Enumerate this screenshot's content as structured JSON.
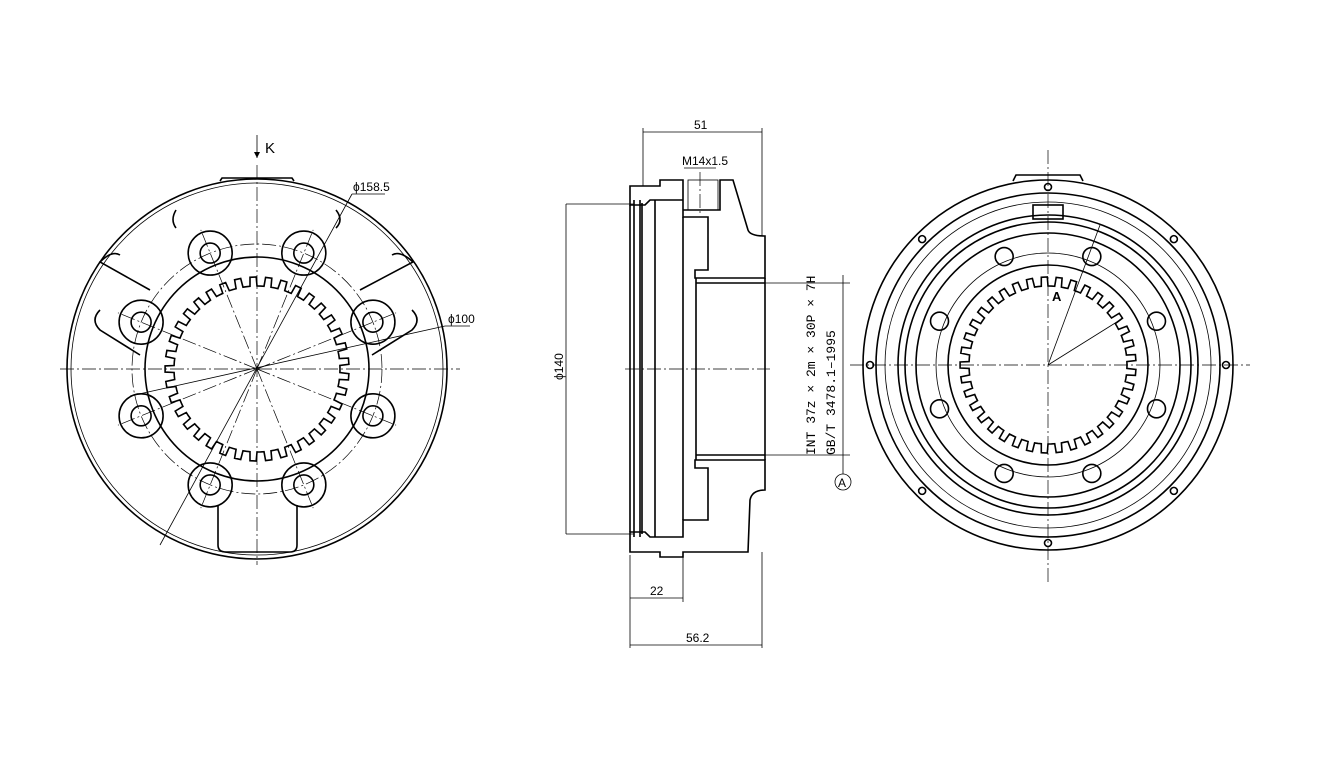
{
  "front_view": {
    "view_arrow_label": "K",
    "dim_outer": "ϕ158.5",
    "dim_bolt_circle": "ϕ100",
    "bolt_holes": 8,
    "spline_teeth": 37
  },
  "section_view": {
    "dim_width_top": "51",
    "dim_thread": "M14x1.5",
    "dim_diameter": "ϕ140",
    "dim_depth": "22",
    "dim_total": "56.2",
    "spline_note_line1": "INT 37z × 2m × 30P × 7H",
    "spline_note_line2": "GB/T 3478.1–1995",
    "datum_label": "A"
  },
  "rear_view": {
    "section_label": "A",
    "bolt_holes": 8,
    "rim_holes": 8,
    "spline_teeth": 37
  }
}
